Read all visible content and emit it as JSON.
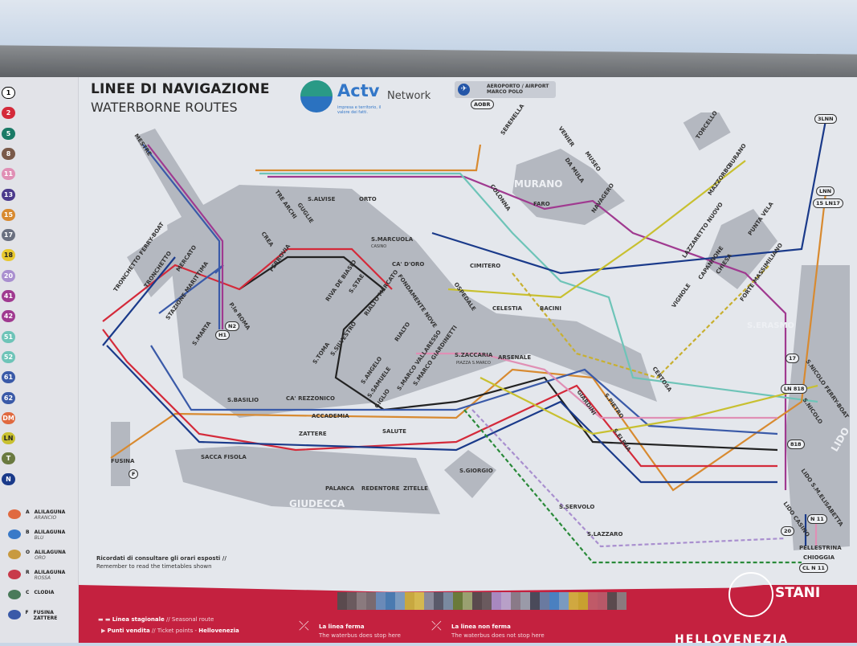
{
  "header": {
    "title_it": "LINEE DI NAVIGAZIONE",
    "title_en": "WATERBORNE ROUTES",
    "brand": "Actv",
    "brand_tagline": "impresa e territorio, il valore dei fatti.",
    "network": "Network",
    "airport": "AEROPORTO / AIRPORT",
    "airport2": "MARCO POLO",
    "airport_lines": "AOBR"
  },
  "lines": [
    {
      "id": "1",
      "color": "#ffffff"
    },
    {
      "id": "2",
      "color": "#d42a3a"
    },
    {
      "id": "5",
      "color": "#1a7a66"
    },
    {
      "id": "8",
      "color": "#7a5a4a"
    },
    {
      "id": "11",
      "color": "#e08fb5"
    },
    {
      "id": "13",
      "color": "#4b3a8c"
    },
    {
      "id": "15",
      "color": "#d88a30"
    },
    {
      "id": "17",
      "color": "#6a7080"
    },
    {
      "id": "18",
      "color": "#e8c830"
    },
    {
      "id": "20",
      "color": "#a98fcf"
    },
    {
      "id": "41",
      "color": "#a03a90"
    },
    {
      "id": "42",
      "color": "#a03a90"
    },
    {
      "id": "51",
      "color": "#6ec4b8"
    },
    {
      "id": "52",
      "color": "#6ec4b8"
    },
    {
      "id": "61",
      "color": "#3a5aa8"
    },
    {
      "id": "62",
      "color": "#3a5aa8"
    },
    {
      "id": "DM",
      "color": "#e06a40"
    },
    {
      "id": "LN",
      "color": "#c8c030"
    },
    {
      "id": "T",
      "color": "#6a7a40"
    },
    {
      "id": "N",
      "color": "#1a3a8a"
    }
  ],
  "alilaguna": [
    {
      "code": "A",
      "name": "ALILAGUNA",
      "sub": "ARANCIO",
      "color": "#e06a40"
    },
    {
      "code": "B",
      "name": "ALILAGUNA",
      "sub": "BLU",
      "color": "#3a7ac8"
    },
    {
      "code": "O",
      "name": "ALILAGUNA",
      "sub": "ORO",
      "color": "#c89a40"
    },
    {
      "code": "R",
      "name": "ALILAGUNA",
      "sub": "ROSSA",
      "color": "#c83a4a"
    },
    {
      "code": "C",
      "name": "CLODIA",
      "sub": "",
      "color": "#4a7a5a"
    },
    {
      "code": "F",
      "name": "FUSINA ZATTERE",
      "sub": "",
      "color": "#3a5aa8"
    }
  ],
  "areas": {
    "murano": "MURANO",
    "giudecca": "GIUDECCA",
    "lido": "LIDO",
    "erasmo": "S.ERASMO",
    "giorgio": "S.GIORGIO",
    "mestre": "MESTRE"
  },
  "stops": [
    "S.ALVISE",
    "ORTO",
    "TRE ARCHI",
    "GUGLIE",
    "CREA",
    "S.MARCUOLA",
    "CA' D'ORO",
    "FONDAMENTE NOVE",
    "CIMITERO",
    "OSPEDALE",
    "CELESTIA",
    "BACINI",
    "SERENELLA",
    "VENIER",
    "MUSEO",
    "DA MULA",
    "COLONNA",
    "FARO",
    "NAVAGERO",
    "TORCELLO",
    "BURANO",
    "MAZZORBO",
    "LAZZARETTO NUOVO",
    "CAPANNONE",
    "CHIESA",
    "PUNTA VELA",
    "FORTE MASSIMILIANO",
    "VIGNOLE",
    "CERTOSA",
    "S.PIETRO",
    "GIARDINI",
    "S.ELENA",
    "S.ZACCARIA",
    "ARSENALE",
    "S.SERVOLO",
    "S.LAZZARO",
    "TRONCHETTO FERRY-BOAT",
    "TRONCHETTO",
    "MERCATO",
    "STAZIONE MARITTIMA",
    "S.MARTA",
    "P.le ROMA",
    "FERROVIA",
    "RIVA DE BIASIO",
    "S.STAE",
    "RIALTO MERCATO",
    "RIALTO",
    "S.SILVESTRO",
    "S.TOMA",
    "S.ANGELO",
    "S.SAMUELE",
    "CA' REZZONICO",
    "ACCADEMIA",
    "GIGLIO",
    "S.MARCO VALLARESSO",
    "S.MARCO GIARDINETTI",
    "SALUTE",
    "S.BASILIO",
    "SACCA FISOLA",
    "ZATTERE",
    "PALANCA",
    "REDENTORE",
    "ZITELLE",
    "FUSINA",
    "S.NICOLO FERRY-BOAT",
    "S.NICOLO",
    "LIDO S.M.ELISABETTA",
    "LIDO CASINO",
    "PELLESTRINA",
    "CHIOGGIA",
    "PIAZZA S.MARCO",
    "CASINO"
  ],
  "pills": [
    "17",
    "LN 818",
    "N 11",
    "CL N 11",
    "3LNN",
    "LNN",
    "15 LN17",
    "F",
    "818",
    "20",
    "H1",
    "N2"
  ],
  "notice": {
    "it": "Ricordati di consultare gli orari esposti //",
    "en": "Remember to read the timetables shown"
  },
  "colorstrip": [
    "#5a4a4e",
    "#6a5a5e",
    "#8a7a7e",
    "#7a6a70",
    "#6a8ab8",
    "#4a7ab0",
    "#7a9ac0",
    "#c8a840",
    "#d4b850",
    "#8a8a9a",
    "#5a5a6a",
    "#7a8aa0",
    "#6a7a3a",
    "#9aa070",
    "#5a4a4e",
    "#6a5a5e",
    "#a888c0",
    "#b8a0c8",
    "#8a7a88",
    "#9a9aa8",
    "#4a4a5a",
    "#6a7aa0",
    "#4a80c0",
    "#7a9ac0",
    "#d0a840",
    "#c8a030",
    "#c05a68",
    "#b85868",
    "#5a4a4e",
    "#8a7a7e"
  ],
  "footer": {
    "seasonal_it": "Linea stagionale",
    "seasonal_en": "Seasonal route",
    "tickets_it": "Punti vendita",
    "tickets_en": "Ticket points",
    "tickets_brand": "Hellovenezia",
    "stop_it": "La linea ferma",
    "stop_en": "The waterbus does stop here",
    "nostop_it": "La linea non ferma",
    "nostop_en": "The waterbus does not stop here",
    "stamp": "STANI",
    "footer_brand": "HELLOVENEZIA"
  }
}
